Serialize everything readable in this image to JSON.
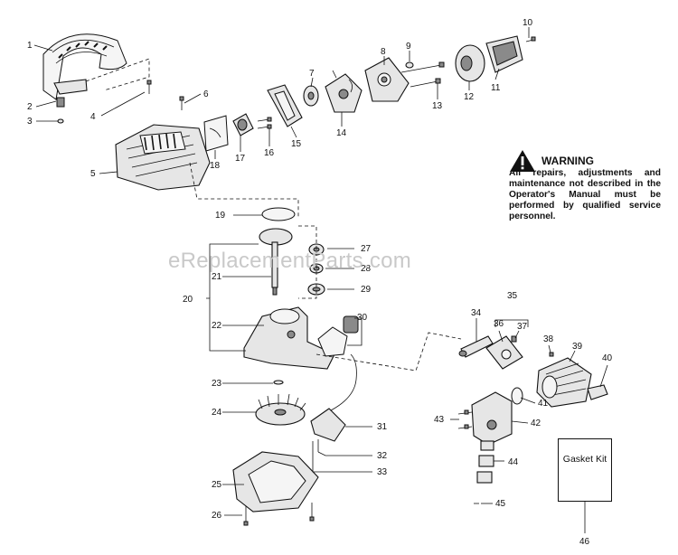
{
  "watermark": "eReplacementParts.com",
  "warning": {
    "title": "WARNING",
    "body": "All repairs, adjustments and maintenance not described in the Operator's Manual must be performed by qualified service personnel."
  },
  "gasket_kit": {
    "label": "Gasket Kit"
  },
  "callouts": [
    "1",
    "2",
    "3",
    "4",
    "5",
    "6",
    "7",
    "8",
    "9",
    "10",
    "11",
    "12",
    "13",
    "14",
    "15",
    "16",
    "17",
    "18",
    "19",
    "20",
    "21",
    "22",
    "23",
    "24",
    "25",
    "26",
    "27",
    "28",
    "29",
    "30",
    "31",
    "32",
    "33",
    "34",
    "35",
    "36",
    "37",
    "38",
    "39",
    "40",
    "41",
    "42",
    "43",
    "44",
    "45",
    "46"
  ],
  "icons": {
    "warning": "warning-triangle-icon"
  }
}
